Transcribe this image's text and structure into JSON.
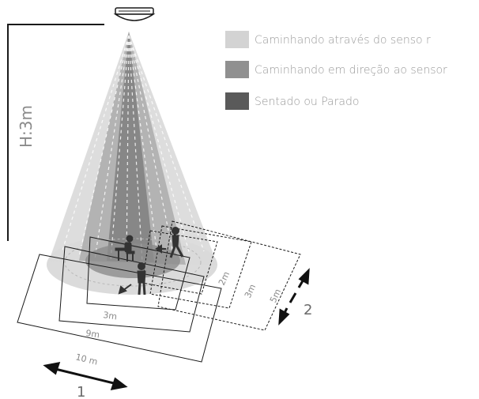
{
  "legend": {
    "items": [
      {
        "label": "Caminhando através do senso r",
        "color": "#d3d3d3"
      },
      {
        "label": "Caminhando em direção ao sensor",
        "color": "#909090"
      },
      {
        "label": "Sentado ou Parado",
        "color": "#5a5a5a"
      }
    ]
  },
  "labels": {
    "height": "H:3m",
    "sit_width": "3m",
    "toward_width": "9m",
    "across_width": "10 m",
    "sit_depth": "2m",
    "toward_depth": "3m",
    "across_depth": "5m",
    "direction_1": "1",
    "direction_2": "2"
  },
  "colors": {
    "outer_cone": "#d9d9d9",
    "middle_cone": "#a8a8a8",
    "inner_cone": "#7a7a7a",
    "floor_outer": "#c8c8c8",
    "floor_inner": "#9a9a9a",
    "line": "#1a1a1a",
    "person": "#333333"
  }
}
